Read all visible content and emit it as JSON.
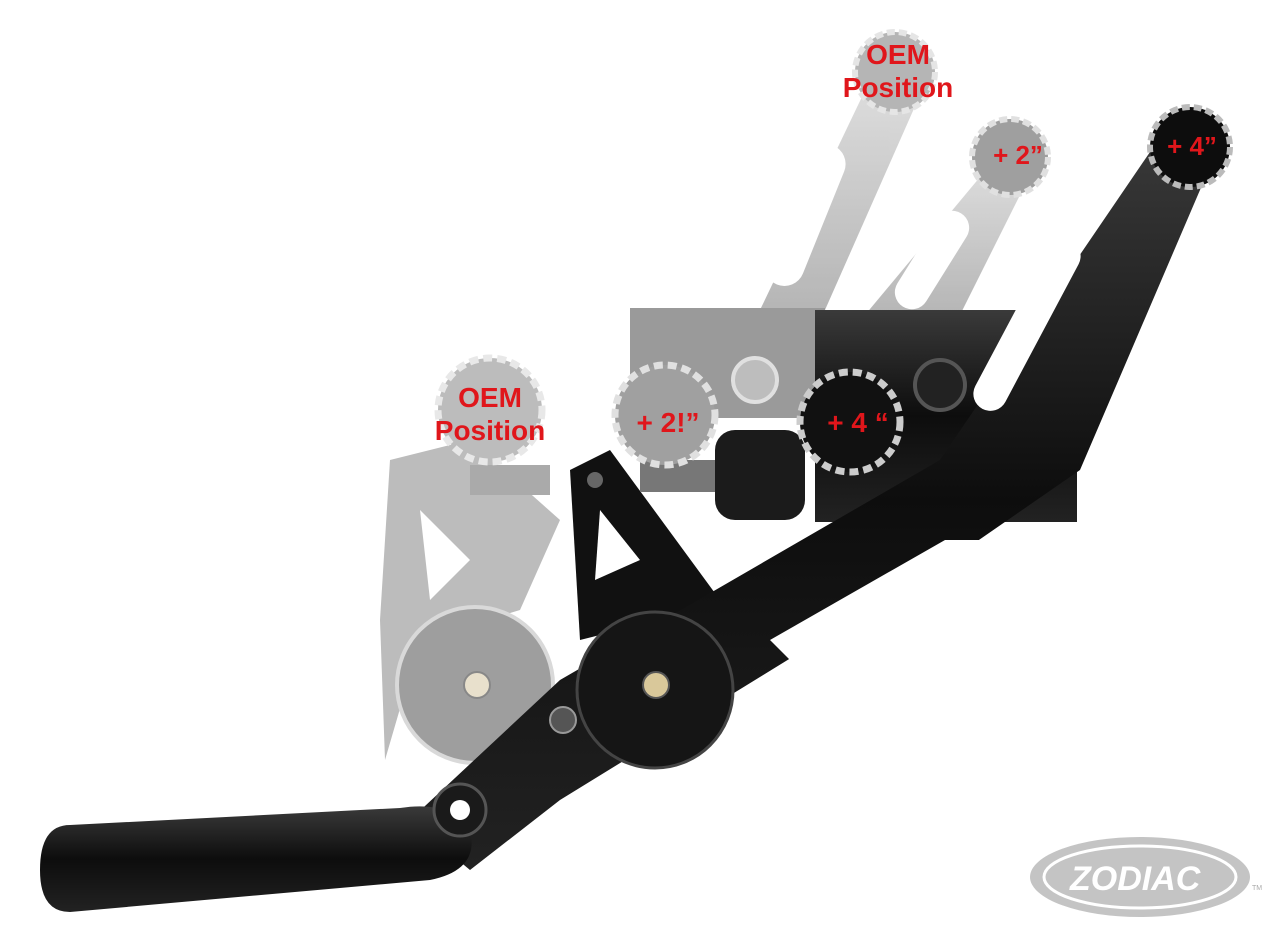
{
  "labels": {
    "upper_oem_line1": "OEM",
    "upper_oem_line2": "Position",
    "upper_plus2": "+ 2”",
    "upper_plus4": "+ 4”",
    "lower_oem_line1": "OEM",
    "lower_oem_line2": "Position",
    "lower_plus2": "+ 2!”",
    "lower_plus4": "+ 4 “"
  },
  "logo": {
    "text": "ZODIAC",
    "trademark": "TM"
  },
  "colors": {
    "label": "#e0161b",
    "ghost": "#b8b8b8",
    "part": "#111111",
    "logo": "#c4c4c4"
  }
}
